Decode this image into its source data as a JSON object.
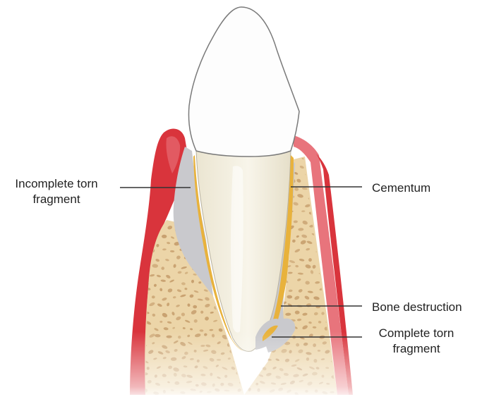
{
  "labels": {
    "incomplete_torn_fragment": [
      "Incomplete torn",
      "fragment"
    ],
    "cementum": [
      "Cementum"
    ],
    "bone_destruction": [
      "Bone destruction"
    ],
    "complete_torn_fragment": [
      "Complete torn",
      "fragment"
    ]
  },
  "colors": {
    "gingiva": "#d9343c",
    "gingiva_light": "#e8747c",
    "bone": "#ecd5a8",
    "bone_pore": "#c39a68",
    "enamel": "#fdfdfd",
    "root": "#f2eede",
    "cementum": "#e8b23c",
    "torn_fragment": "#c9c9cd",
    "leader_line": "#333333"
  }
}
